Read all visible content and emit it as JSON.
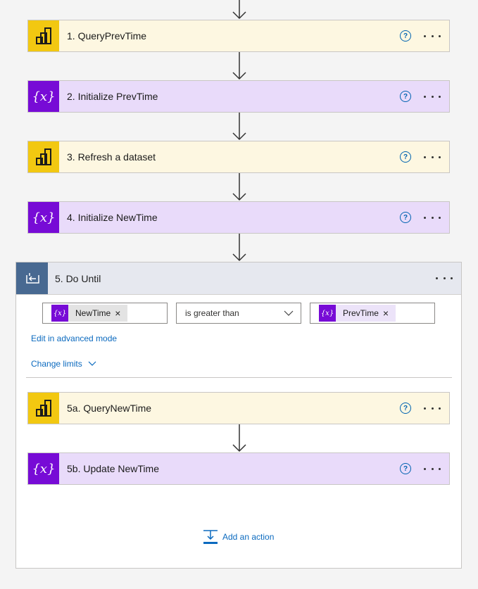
{
  "flow": {
    "steps": [
      {
        "title": "1. QueryPrevTime",
        "kind": "power-bi",
        "color": "#fdf7e1"
      },
      {
        "title": "2. Initialize PrevTime",
        "kind": "variable",
        "color": "#e9dbfa"
      },
      {
        "title": "3. Refresh a dataset",
        "kind": "power-bi",
        "color": "#fdf7e1"
      },
      {
        "title": "4. Initialize NewTime",
        "kind": "variable",
        "color": "#e9dbfa"
      }
    ],
    "help_symbol": "?",
    "do_until": {
      "title": "5. Do Until",
      "condition": {
        "left_token": {
          "icon": "variable-icon",
          "glyph": "{x}",
          "label": "NewTime",
          "remove": "×"
        },
        "operator": "is greater than",
        "right_token": {
          "icon": "variable-icon",
          "glyph": "{x}",
          "label": "PrevTime",
          "remove": "×"
        }
      },
      "edit_advanced": "Edit in advanced mode",
      "change_limits": "Change limits",
      "inner_steps": [
        {
          "title": "5a. QueryNewTime",
          "kind": "power-bi",
          "color": "#fdf7e1"
        },
        {
          "title": "5b. Update NewTime",
          "kind": "variable",
          "color": "#e9dbfa"
        }
      ],
      "add_action": "Add an action"
    }
  },
  "colors": {
    "power_bi_tile": "#f2c811",
    "variable_tile": "#770bd6",
    "do_until_tile": "#486991",
    "link": "#0b6abf"
  }
}
